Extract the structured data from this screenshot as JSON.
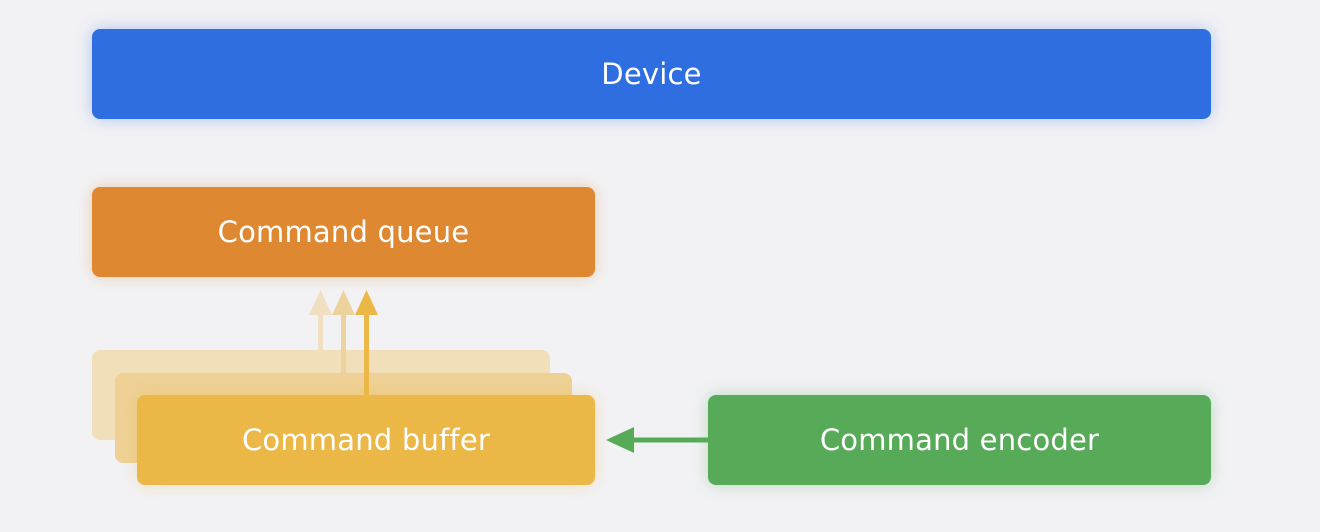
{
  "diagram": {
    "device": {
      "label": "Device"
    },
    "command_queue": {
      "label": "Command queue"
    },
    "command_buffer": {
      "label": "Command buffer"
    },
    "command_encoder": {
      "label": "Command encoder"
    }
  },
  "colors": {
    "device": "#2e6ee0",
    "command_queue": "#df8832",
    "command_buffer": "#ebb747",
    "command_encoder": "#57aa58",
    "background": "#f2f2f5"
  }
}
